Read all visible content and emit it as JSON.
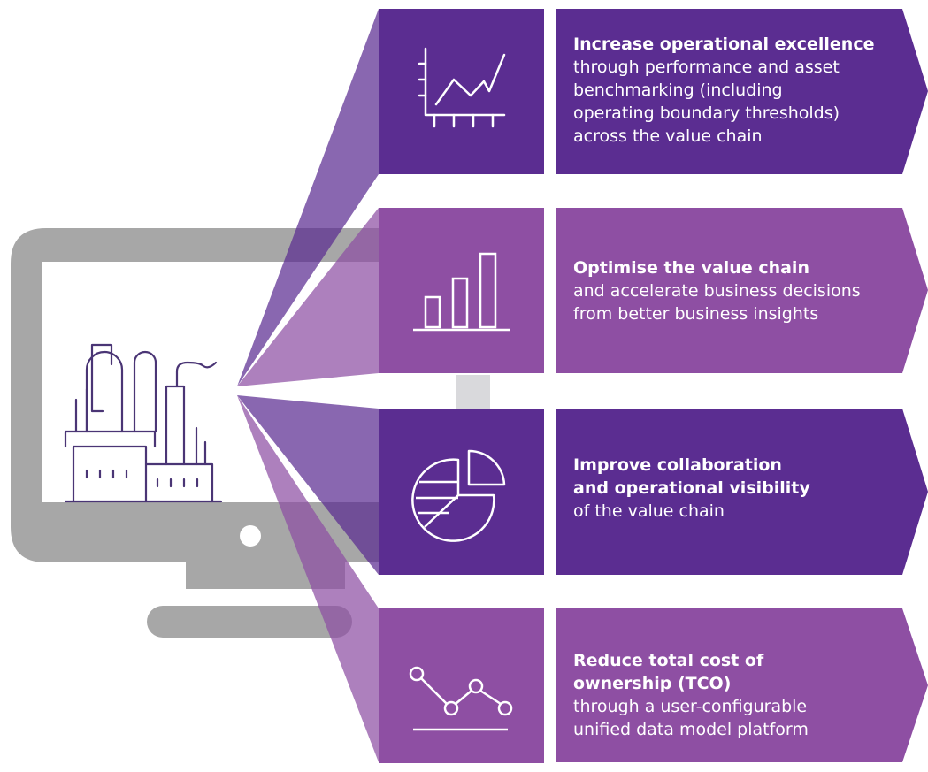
{
  "colors": {
    "dark_purple": "#5b2d91",
    "light_purple": "#8e4fa3",
    "monitor_gray": "#a7a7a7",
    "connector_gray": "#d9d9dc",
    "icon_stroke": "#ffffff",
    "plant_stroke": "#4a3575"
  },
  "icons": {
    "monitor": "computer-monitor-icon",
    "plant": "industrial-plant-icon",
    "row1": "line-chart-icon",
    "row2": "bar-chart-icon",
    "row3": "pie-chart-icon",
    "row4": "trend-line-icon"
  },
  "rows": [
    {
      "bold": [
        "Increase operational excellence"
      ],
      "text": [
        "through performance and asset",
        "benchmarking (including",
        "operating boundary thresholds)",
        "across the value chain"
      ]
    },
    {
      "bold": [
        "Optimise the value chain"
      ],
      "text": [
        "and accelerate business decisions",
        "from better business insights"
      ]
    },
    {
      "bold": [
        "Improve collaboration",
        "and operational visibility"
      ],
      "text": [
        "of the value chain"
      ]
    },
    {
      "bold": [
        "Reduce total cost of",
        "ownership (TCO)"
      ],
      "text": [
        "through a user-configurable",
        "unified data model platform"
      ]
    }
  ]
}
